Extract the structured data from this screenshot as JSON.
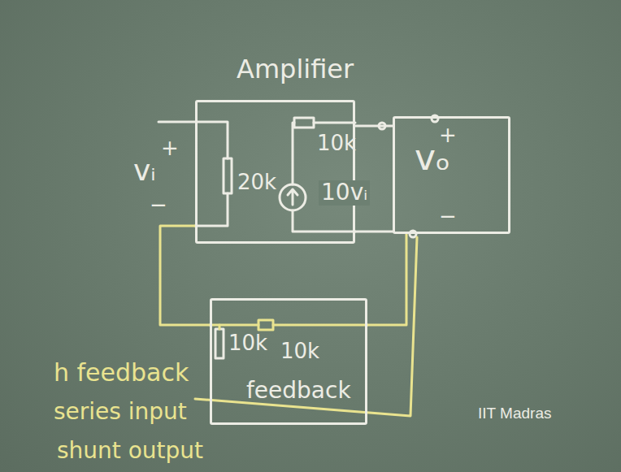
{
  "diagram": {
    "nodes": [
      {
        "text": [
          "Amplifier"
        ]
      },
      {
        "text": [
          "feedback"
        ]
      },
      {
        "text": [
          "+",
          "vₒ",
          "−"
        ]
      }
    ],
    "edges": [
      {
        "from": 0,
        "to": 2,
        "arrow": "none"
      },
      {
        "from": 0,
        "to": 2,
        "arrow": "none"
      },
      {
        "from": 1,
        "to": 2,
        "arrow": "none"
      },
      {
        "from": 0,
        "to": 1,
        "arrow": "none"
      }
    ],
    "labels": [
      "+",
      "vᵢ",
      "−",
      "20k",
      "10k",
      "10vᵢ",
      "10k",
      "10k",
      "h feedback",
      "series input",
      "shunt output",
      "IIT Madras"
    ]
  }
}
